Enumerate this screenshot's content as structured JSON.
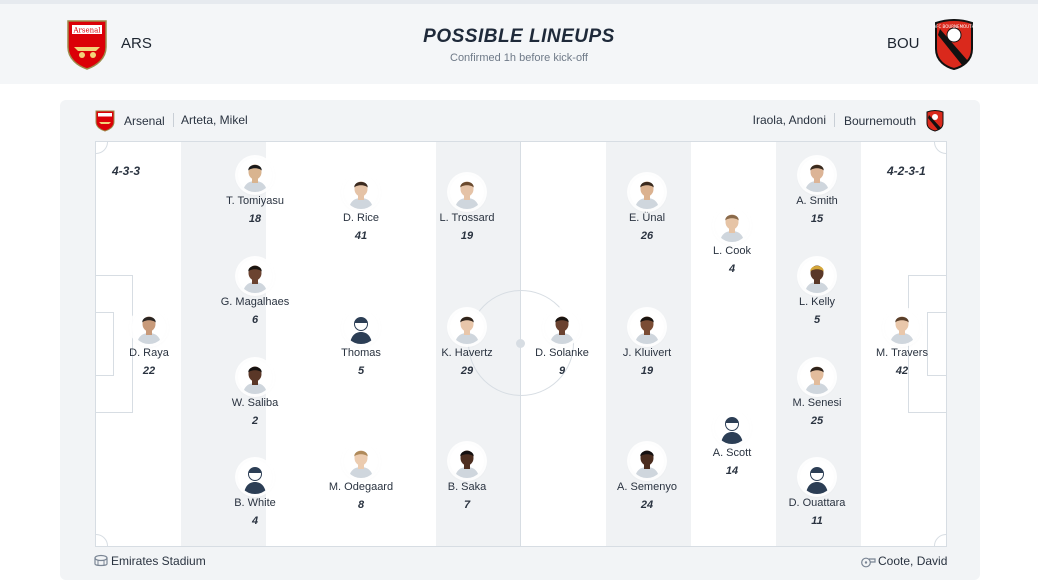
{
  "header": {
    "title": "POSSIBLE LINEUPS",
    "subtitle": "Confirmed 1h before kick-off",
    "home_code": "ARS",
    "away_code": "BOU",
    "home_crest_text": "Arsenal",
    "away_crest_text": "AFC BOURNEMOUTH"
  },
  "info": {
    "home_team": "Arsenal",
    "home_manager": "Arteta, Mikel",
    "away_manager": "Iraola, Andoni",
    "away_team": "Bournemouth"
  },
  "formations": {
    "home": "4-3-3",
    "away": "4-2-3-1"
  },
  "players": [
    {
      "name": "D. Raya",
      "number": "22",
      "skin": "#c89a7a",
      "hair": "#2a2522",
      "placeholder": false
    },
    {
      "name": "T. Tomiyasu",
      "number": "18",
      "skin": "#d9b48f",
      "hair": "#1a1a1a",
      "placeholder": false
    },
    {
      "name": "G. Magalhaes",
      "number": "6",
      "skin": "#6b4330",
      "hair": "#1a1410",
      "placeholder": false
    },
    {
      "name": "W. Saliba",
      "number": "2",
      "skin": "#5a3727",
      "hair": "#161210",
      "placeholder": false
    },
    {
      "name": "B. White",
      "number": "4",
      "skin": "#ffffff",
      "hair": "#ffffff",
      "placeholder": true
    },
    {
      "name": "D. Rice",
      "number": "41",
      "skin": "#e5c3a7",
      "hair": "#3b2a1f",
      "placeholder": false
    },
    {
      "name": "Thomas",
      "number": "5",
      "skin": "#ffffff",
      "hair": "#ffffff",
      "placeholder": true
    },
    {
      "name": "M. Odegaard",
      "number": "8",
      "skin": "#ecccb0",
      "hair": "#b08a5a",
      "placeholder": false
    },
    {
      "name": "L. Trossard",
      "number": "19",
      "skin": "#e5c3a7",
      "hair": "#6a4a2e",
      "placeholder": false
    },
    {
      "name": "K. Havertz",
      "number": "29",
      "skin": "#e8c6aa",
      "hair": "#2f241c",
      "placeholder": false
    },
    {
      "name": "B. Saka",
      "number": "7",
      "skin": "#4d2e20",
      "hair": "#151010",
      "placeholder": false
    },
    {
      "name": "D. Solanke",
      "number": "9",
      "skin": "#6a4230",
      "hair": "#1a1410",
      "placeholder": false
    },
    {
      "name": "E. Ünal",
      "number": "26",
      "skin": "#dbb290",
      "hair": "#3a2a1e",
      "placeholder": false
    },
    {
      "name": "J. Kluivert",
      "number": "19",
      "skin": "#7a4c34",
      "hair": "#1a1410",
      "placeholder": false
    },
    {
      "name": "A. Semenyo",
      "number": "24",
      "skin": "#4a2c1e",
      "hair": "#151010",
      "placeholder": false
    },
    {
      "name": "L. Cook",
      "number": "4",
      "skin": "#e6c4a6",
      "hair": "#8a6a4a",
      "placeholder": false
    },
    {
      "name": "A. Scott",
      "number": "14",
      "skin": "#ffffff",
      "hair": "#ffffff",
      "placeholder": true
    },
    {
      "name": "A. Smith",
      "number": "15",
      "skin": "#dcb496",
      "hair": "#3a2a1e",
      "placeholder": false
    },
    {
      "name": "L. Kelly",
      "number": "5",
      "skin": "#5a3828",
      "hair": "#d4a63a",
      "placeholder": false
    },
    {
      "name": "M. Senesi",
      "number": "25",
      "skin": "#e2bc9c",
      "hair": "#2e221a",
      "placeholder": false
    },
    {
      "name": "D. Ouattara",
      "number": "11",
      "skin": "#ffffff",
      "hair": "#ffffff",
      "placeholder": true
    },
    {
      "name": "M. Travers",
      "number": "42",
      "skin": "#e9c7aa",
      "hair": "#5a3f2a",
      "placeholder": false
    }
  ],
  "footer": {
    "stadium": "Emirates Stadium",
    "referee": "Coote, David"
  },
  "colors": {
    "arsenal_red": "#db0007",
    "bournemouth_red": "#da291c",
    "placeholder_shirt": "#2c3e55"
  }
}
